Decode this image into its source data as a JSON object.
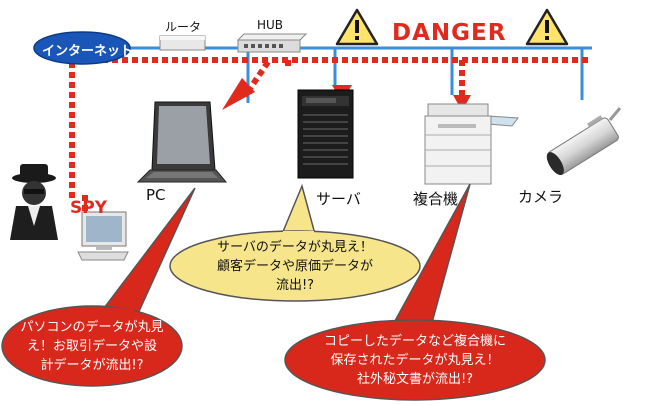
{
  "nodes": {
    "internet": "インターネット",
    "router": "ルータ",
    "hub": "HUB",
    "pc": "PC",
    "server": "サーバ",
    "mfp": "複合機",
    "camera": "カメラ",
    "spy": "SPY"
  },
  "danger": "DANGER",
  "bubbles": {
    "server": [
      "サーバのデータが丸見え！",
      "顧客データや原価データが",
      "流出!?"
    ],
    "pc": [
      "パソコンのデータが丸見",
      "え！お取引データや設",
      "計データが流出!?"
    ],
    "mfp": [
      "コピーしたデータなど複合機に",
      "保存されたデータが丸見え！",
      "社外秘文書が流出!?"
    ]
  },
  "colors": {
    "network_line": "#3a8ed8",
    "danger_red": "#e02a1e",
    "bubble_red": "#d8281c",
    "bubble_yellow": "#f6e58a",
    "internet_blue": "#1a56b8",
    "warning_yellow": "#ffe36a"
  }
}
